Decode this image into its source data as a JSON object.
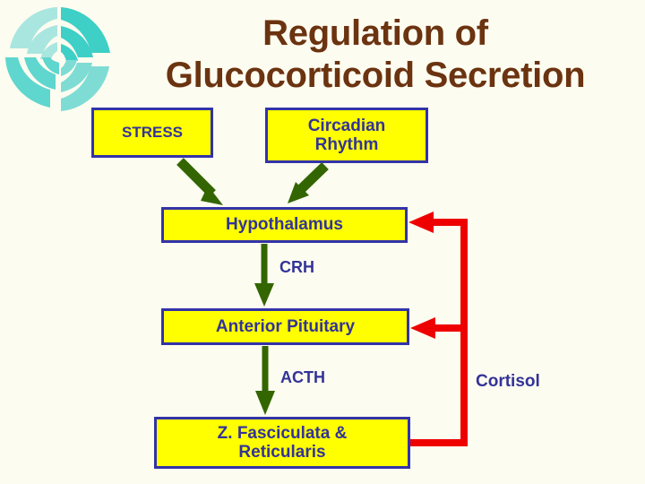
{
  "slide": {
    "background_color": "#fdfcf0",
    "title": {
      "line1": "Regulation of",
      "line2": "Glucocorticoid Secretion",
      "color": "#6b3310"
    },
    "logo": {
      "icon": "pinwheel-swirl-logo",
      "color_light": "#7fd8d0",
      "color_dark": "#3dc6bd"
    }
  },
  "colors": {
    "box_fill": "#ffff00",
    "box_border": "#3333a8",
    "box_text": "#333399",
    "stimulatory_arrow": "#336600",
    "feedback_arrow": "#ee0000",
    "title_text": "#6b3310"
  },
  "nodes": [
    {
      "id": "stress",
      "label": "STRESS"
    },
    {
      "id": "circadian",
      "label_line1": "Circadian",
      "label_line2": "Rhythm"
    },
    {
      "id": "hypothalamus",
      "label": "Hypothalamus"
    },
    {
      "id": "pituitary",
      "label": "Anterior Pituitary"
    },
    {
      "id": "zona",
      "label_line1": "Z. Fasciculata &",
      "label_line2": "Reticularis"
    }
  ],
  "hormone_labels": {
    "crh": "CRH",
    "acth": "ACTH",
    "cortisol": "Cortisol"
  },
  "connections": [
    {
      "from": "stress",
      "to": "hypothalamus",
      "type": "stimulatory",
      "color": "#336600",
      "style": "diagonal-arrow"
    },
    {
      "from": "circadian",
      "to": "hypothalamus",
      "type": "stimulatory",
      "color": "#336600",
      "style": "diagonal-arrow"
    },
    {
      "from": "hypothalamus",
      "to": "pituitary",
      "type": "stimulatory",
      "color": "#336600",
      "style": "vertical-arrow",
      "label": "CRH"
    },
    {
      "from": "pituitary",
      "to": "zona",
      "type": "stimulatory",
      "color": "#336600",
      "style": "vertical-arrow",
      "label": "ACTH"
    },
    {
      "from": "zona",
      "to": "pituitary",
      "type": "negative-feedback",
      "color": "#ee0000",
      "style": "elbow-arrow",
      "label": "Cortisol"
    },
    {
      "from": "zona",
      "to": "hypothalamus",
      "type": "negative-feedback",
      "color": "#ee0000",
      "style": "elbow-arrow",
      "label": "Cortisol"
    }
  ]
}
